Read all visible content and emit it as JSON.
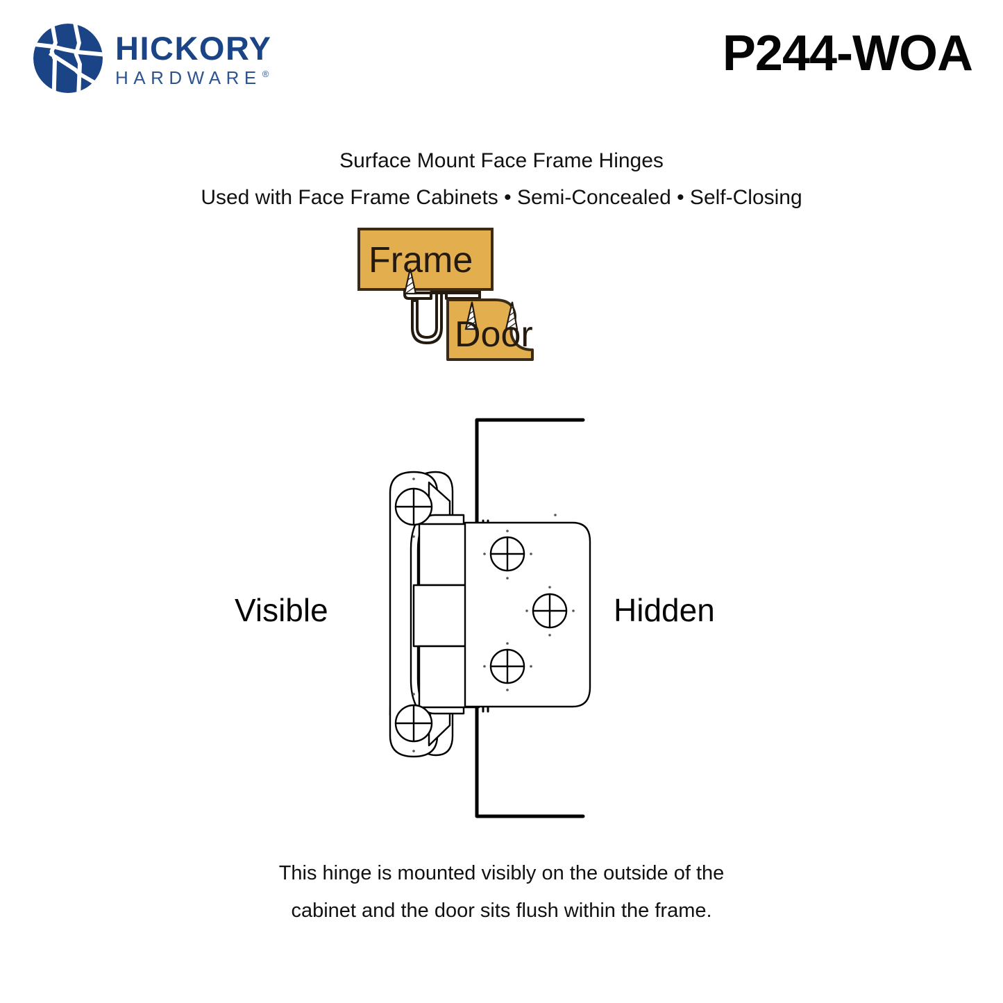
{
  "brand": {
    "name_primary": "HICKORY",
    "name_secondary": "HARDWARE",
    "registered_mark": "®",
    "logo_icon": "hickory-circle-logo",
    "brand_color": "#1B4486"
  },
  "product": {
    "code": "P244-WOA"
  },
  "subtitles": {
    "line1": "Surface Mount Face Frame Hinges",
    "line2": "Used with Face Frame Cabinets • Semi-Concealed • Self-Closing"
  },
  "frame_door_diagram": {
    "frame_label": "Frame",
    "door_label": "Door",
    "wood_fill_color": "#E3AE4E",
    "wood_outline_color": "#3A2A18",
    "hinge_fill_color": "#FFFFFF"
  },
  "hinge_diagram": {
    "visible_label": "Visible",
    "hidden_label": "Hidden",
    "line_color": "#000000",
    "fill_color": "#FFFFFF"
  },
  "footnote": {
    "line1": "This hinge is mounted visibly on the outside of the",
    "line2": "cabinet and the door sits flush within the frame."
  }
}
